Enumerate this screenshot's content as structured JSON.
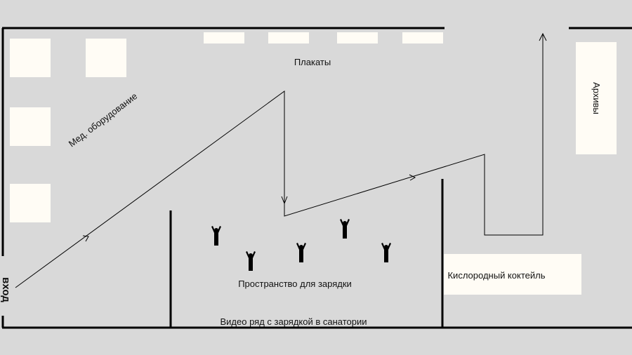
{
  "labels": {
    "posters": "Плакаты",
    "med_equipment": "Мед. оборудование",
    "archives": "Архивы",
    "entrance": "вход",
    "exercise_space": "Пространство для зарядки",
    "oxygen_cocktail": "Кислородный коктейль",
    "video": "Видео ряд с зарядкой в санатории"
  },
  "colors": {
    "background": "#d9d9d9",
    "furniture": "#fffcf5",
    "wall": "#000000"
  }
}
